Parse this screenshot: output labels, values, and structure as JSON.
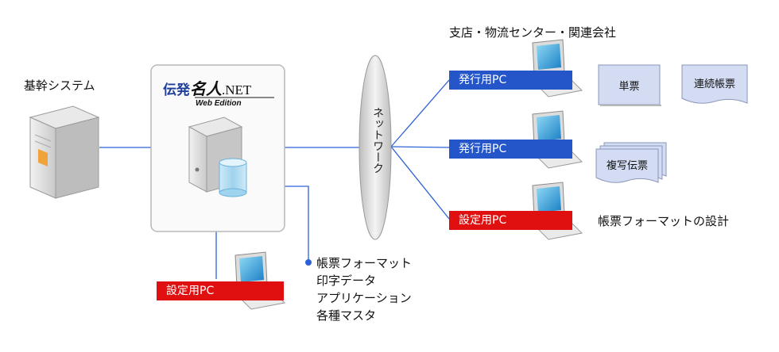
{
  "labels": {
    "core_system": "基幹システム",
    "branch": "支店・物流センター・関連会社",
    "network": "ネットワーク",
    "format_design": "帳票フォーマットの設計"
  },
  "product": {
    "name_a": "伝発",
    "name_b": "名人",
    "name_c": ".NET",
    "edition": "Web Edition"
  },
  "badges": {
    "issue_pc_1": "発行用PC",
    "issue_pc_2": "発行用PC",
    "setup_pc_right": "設定用PC",
    "setup_pc_left": "設定用PC"
  },
  "documents": {
    "single": "単票",
    "continuous": "連続帳票",
    "carbon": "複写伝票"
  },
  "data_items": [
    "帳票フォーマット",
    "印字データ",
    "アプリケーション",
    "各種マスタ"
  ],
  "colors": {
    "blue": "#2456c9",
    "red": "#e01010",
    "line": "#2c62d6",
    "doc": "#d3dcf2"
  }
}
